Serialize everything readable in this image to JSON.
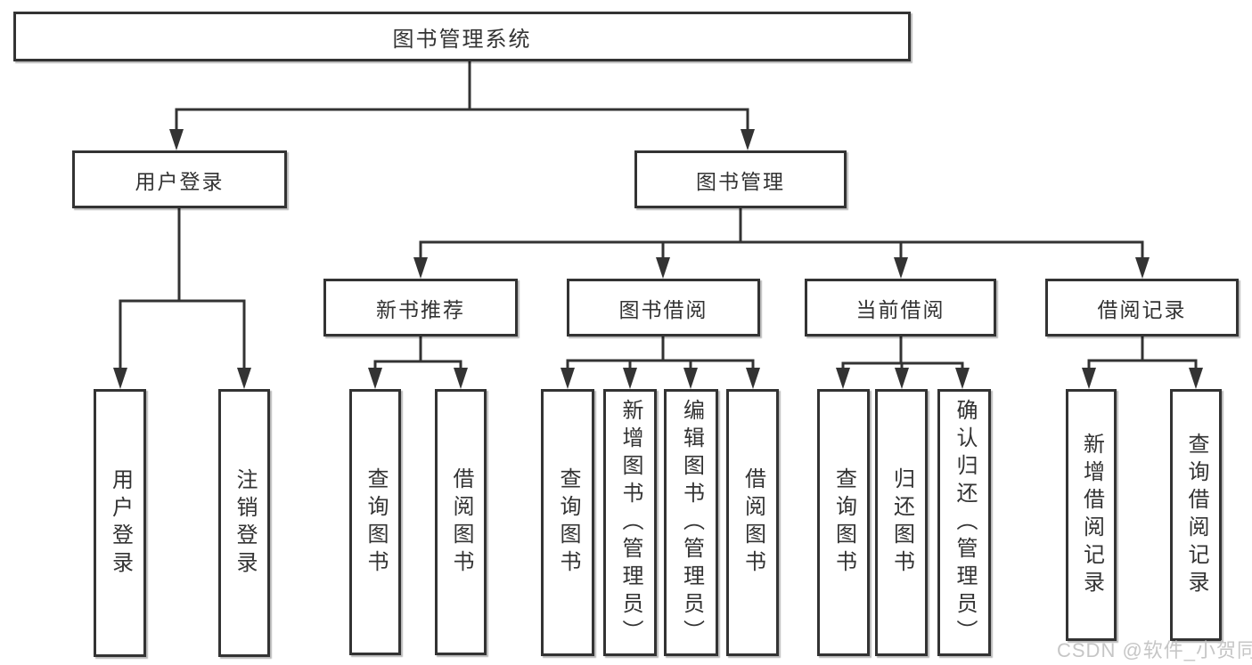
{
  "tree": {
    "root": "图书管理系统",
    "branches": [
      {
        "label": "用户登录",
        "children": [
          "用户登录",
          "注销登录"
        ]
      },
      {
        "label": "图书管理",
        "groups": [
          {
            "label": "新书推荐",
            "children": [
              "查询图书",
              "借阅图书"
            ]
          },
          {
            "label": "图书借阅",
            "children": [
              "查询图书",
              "新增图书（管理员）",
              "编辑图书（管理员）",
              "借阅图书"
            ]
          },
          {
            "label": "当前借阅",
            "children": [
              "查询图书",
              "归还图书",
              "确认归还（管理员）"
            ]
          },
          {
            "label": "借阅记录",
            "children": [
              "新增借阅记录",
              "查询借阅记录"
            ]
          }
        ]
      }
    ]
  },
  "watermark": "CSDN @软件_小贺同学",
  "colors": {
    "line": "#333333",
    "box_border": "#333333",
    "box_fill": "#ffffff",
    "text": "#333333",
    "watermark": "#c6c6c6",
    "background": "#ffffff"
  }
}
